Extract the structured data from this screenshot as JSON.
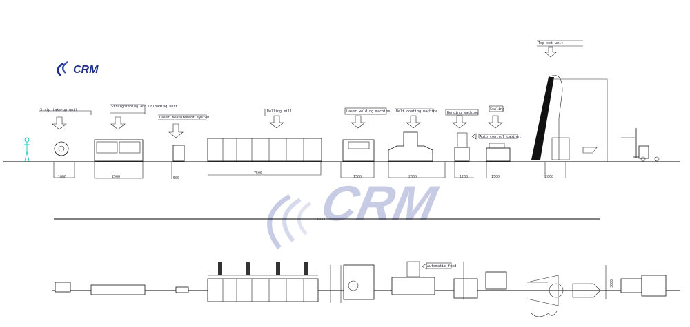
{
  "logo": {
    "text": "CRM",
    "color": "#1e2f8a"
  },
  "watermark": {
    "text": "CRM",
    "color": "#9aa2cf"
  },
  "stations": [
    {
      "label": "Strip take-up unit",
      "dimension": "1000"
    },
    {
      "label": "Straightening and unloading unit",
      "dimension": "2500"
    },
    {
      "label": "Laser measurement system",
      "dimension": "500"
    },
    {
      "label": "Rolling mill",
      "dimension": "7500"
    },
    {
      "label": "Laser welding machine",
      "dimension": "1500"
    },
    {
      "label": "Belt coating machine",
      "dimension": "2000"
    },
    {
      "label": "Bending machine",
      "dimension": "1200"
    },
    {
      "label": "Sealing",
      "dimension": "1500"
    },
    {
      "label": "Top set unit",
      "dimension": "2000"
    }
  ],
  "side_label": "Auto control cabinet",
  "plan_label": "Automatic feed",
  "total_length": "35000",
  "width_dimension": "3000"
}
